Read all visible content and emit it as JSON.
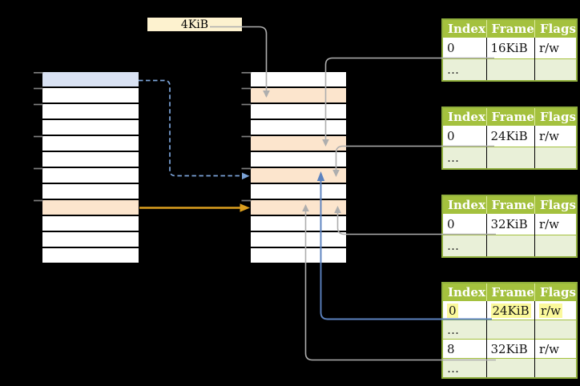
{
  "colors": {
    "peach": "#fce5cd",
    "blue_row": "#d9e2f3",
    "cream": "#fdf2cf",
    "header_green": "#a4c13e",
    "light_green": "#e9f0d8",
    "table_border_green": "#8fae3c",
    "yellow_highlight": "#fbf99b",
    "gray_arrow": "#aeaeae",
    "blue_dashed": "#7ba3d8",
    "blue_solid": "#5b82bf",
    "orange_arrow": "#dda01f",
    "tick": "#7f7f7f"
  },
  "size_box": {
    "label": "4KiB"
  },
  "memory": {
    "left_column": {
      "rows": [
        "blue",
        "white",
        "white",
        "white",
        "white",
        "white",
        "white",
        "white",
        "peach",
        "white",
        "white",
        "white"
      ]
    },
    "middle_column": {
      "rows": [
        "white",
        "peach",
        "white",
        "white",
        "peach",
        "white",
        "peach",
        "white",
        "peach",
        "white",
        "white",
        "white"
      ]
    }
  },
  "frame_tables": [
    {
      "headers": [
        "Index",
        "Frame",
        "Flags"
      ],
      "rows": [
        {
          "cells": [
            "0",
            "16KiB",
            "r/w"
          ],
          "shaded": false,
          "highlight": false
        },
        {
          "cells": [
            "…",
            "",
            ""
          ],
          "shaded": true,
          "highlight": false
        }
      ]
    },
    {
      "headers": [
        "Index",
        "Frame",
        "Flags"
      ],
      "rows": [
        {
          "cells": [
            "0",
            "24KiB",
            "r/w"
          ],
          "shaded": false,
          "highlight": false
        },
        {
          "cells": [
            "…",
            "",
            ""
          ],
          "shaded": true,
          "highlight": false
        }
      ]
    },
    {
      "headers": [
        "Index",
        "Frame",
        "Flags"
      ],
      "rows": [
        {
          "cells": [
            "0",
            "32KiB",
            "r/w"
          ],
          "shaded": false,
          "highlight": false
        },
        {
          "cells": [
            "…",
            "",
            ""
          ],
          "shaded": true,
          "highlight": false
        }
      ]
    },
    {
      "headers": [
        "Index",
        "Frame",
        "Flags"
      ],
      "rows": [
        {
          "cells": [
            "0",
            "24KiB",
            "r/w"
          ],
          "shaded": false,
          "highlight": true
        },
        {
          "cells": [
            "…",
            "",
            ""
          ],
          "shaded": true,
          "highlight": false
        },
        {
          "cells": [
            "8",
            "32KiB",
            "r/w"
          ],
          "shaded": false,
          "highlight": false
        },
        {
          "cells": [
            "…",
            "",
            ""
          ],
          "shaded": true,
          "highlight": false
        }
      ]
    }
  ],
  "arrows": [
    {
      "from": "size-box",
      "to": "middle-row-2",
      "style": "gray"
    },
    {
      "from": "frame-table-1-row-0",
      "to": "middle-row-5",
      "style": "gray"
    },
    {
      "from": "frame-table-2-row-0",
      "to": "middle-row-7",
      "style": "gray"
    },
    {
      "from": "frame-table-3-row-0",
      "to": "middle-row-9",
      "style": "gray"
    },
    {
      "from": "frame-table-4-row-0",
      "to": "middle-row-7",
      "style": "blue-solid"
    },
    {
      "from": "frame-table-4-row-8",
      "to": "middle-row-9",
      "style": "gray"
    },
    {
      "from": "left-row-1",
      "to": "middle-row-7",
      "style": "blue-dashed"
    },
    {
      "from": "left-row-9",
      "to": "middle-row-9",
      "style": "orange"
    }
  ]
}
